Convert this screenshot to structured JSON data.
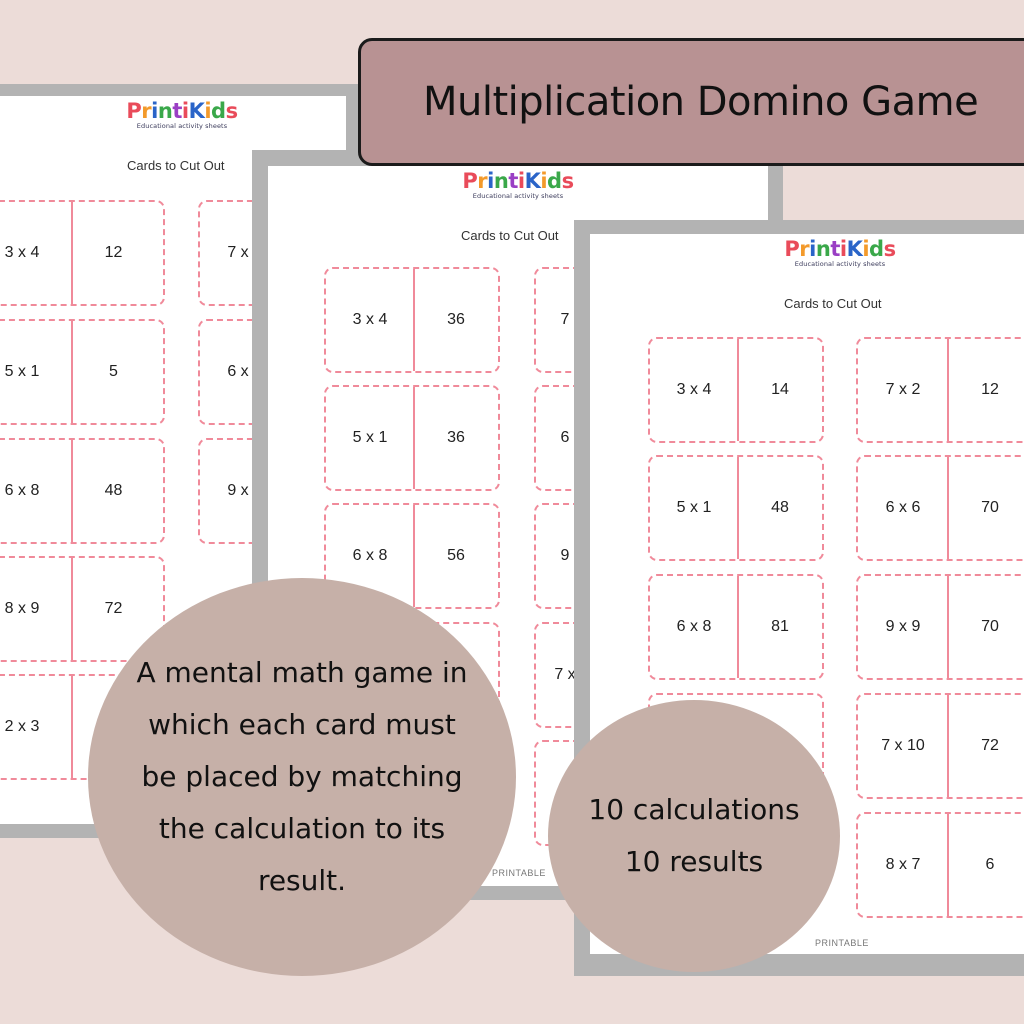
{
  "title": "Multiplication Domino Game",
  "description": "A mental math game in which each card must be placed by matching the calculation to its result.",
  "badge": {
    "line1": "10 calculations",
    "line2": "10 results"
  },
  "brand": {
    "name_parts": [
      "P",
      "r",
      "i",
      "n",
      "t",
      "i",
      "K",
      "i",
      "d",
      "s"
    ],
    "tagline": "Educational activity sheets"
  },
  "sheet_subtitle": "Cards to Cut Out",
  "footer": "PRINTABLE",
  "colors": {
    "background": "#ecdcd8",
    "title_box": "#b89293",
    "circle": "#c6b0a8",
    "card_border": "#f08a9a",
    "brand": [
      "#e94b5a",
      "#f39a2b",
      "#2a64c8",
      "#3aa84a",
      "#9a3fc4",
      "#e94b5a",
      "#2a64c8",
      "#f39a2b",
      "#3aa84a",
      "#e94b5a"
    ]
  },
  "sheets": [
    {
      "cards": [
        {
          "calc": "3 x 4",
          "result": "12"
        },
        {
          "calc": "5 x 1",
          "result": "5"
        },
        {
          "calc": "6 x 8",
          "result": "48"
        },
        {
          "calc": "8 x 9",
          "result": "72"
        },
        {
          "calc": "2 x 3",
          "result": ""
        },
        {
          "calc": "7 x",
          "result": ""
        },
        {
          "calc": "6 x",
          "result": ""
        },
        {
          "calc": "9 x",
          "result": ""
        }
      ]
    },
    {
      "cards": [
        {
          "calc": "3 x 4",
          "result": "36"
        },
        {
          "calc": "5 x 1",
          "result": "36"
        },
        {
          "calc": "6 x 8",
          "result": "56"
        },
        {
          "calc": "7",
          "result": ""
        },
        {
          "calc": "6",
          "result": ""
        },
        {
          "calc": "9",
          "result": ""
        },
        {
          "calc": "7 x",
          "result": ""
        }
      ]
    },
    {
      "cards": [
        {
          "calc": "3 x 4",
          "result": "14"
        },
        {
          "calc": "5 x 1",
          "result": "48"
        },
        {
          "calc": "6 x 8",
          "result": "81"
        },
        {
          "calc": "7 x 2",
          "result": "12"
        },
        {
          "calc": "6 x 6",
          "result": "70"
        },
        {
          "calc": "9 x 9",
          "result": "70"
        },
        {
          "calc": "7 x 10",
          "result": "72"
        },
        {
          "calc": "8 x 7",
          "result": "6"
        }
      ]
    }
  ]
}
